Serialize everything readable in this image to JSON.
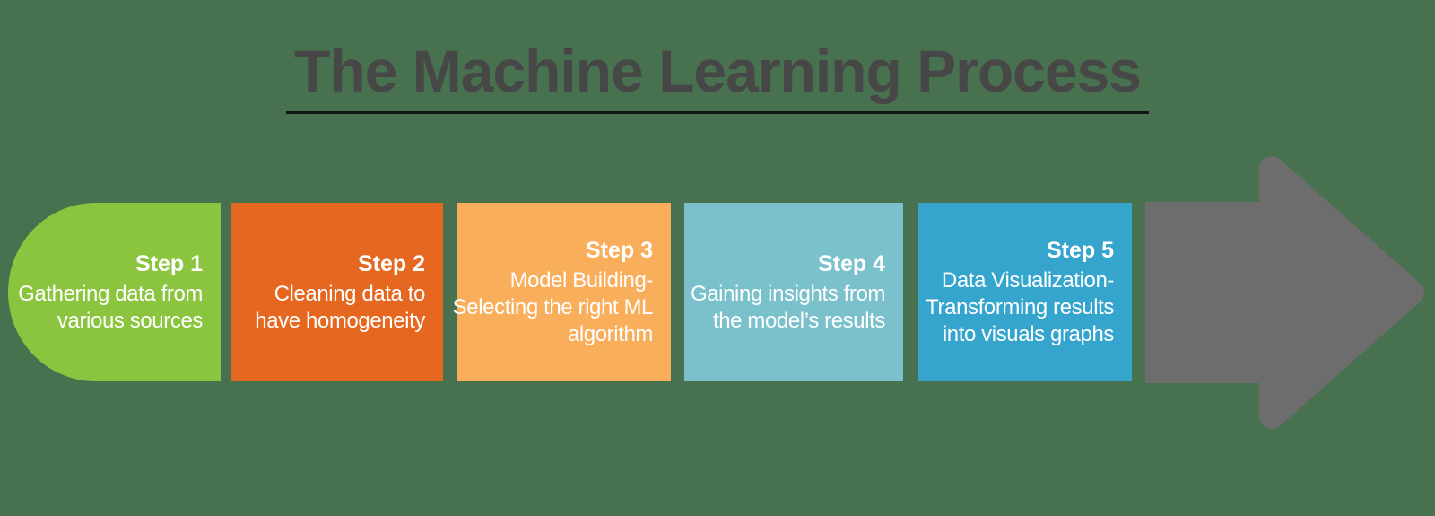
{
  "title": {
    "text": "The Machine Learning Process",
    "color": "#474747",
    "underline_color": "#141414"
  },
  "background_color": "#47714F",
  "text_color": "#FFFFFF",
  "steps": [
    {
      "label": "Step 1",
      "color": "#8BC53F",
      "lines": [
        "Gathering data from",
        "various sources"
      ]
    },
    {
      "label": "Step 2",
      "color": "#E6671F",
      "lines": [
        "Cleaning data to",
        "have homogeneity"
      ]
    },
    {
      "label": "Step 3",
      "color": "#F9AE5C",
      "lines": [
        "Model Building-",
        "Selecting the right ML",
        "algorithm"
      ]
    },
    {
      "label": "Step 4",
      "color": "#7BC1CB",
      "lines": [
        "Gaining insights from",
        "the model’s results"
      ]
    },
    {
      "label": "Step 5",
      "color": "#35A5CE",
      "lines": [
        "Data Visualization-",
        "Transforming results",
        "into visuals graphs"
      ]
    }
  ],
  "arrow": {
    "color": "#6D6D6D"
  }
}
